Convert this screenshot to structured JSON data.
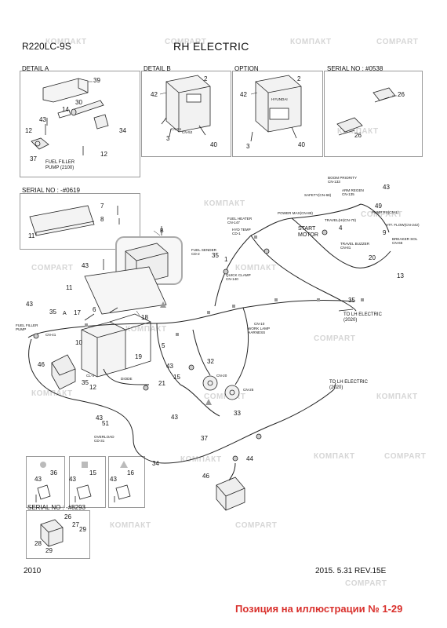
{
  "header": {
    "model": "R220LC-9S",
    "title": "RH ELECTRIC"
  },
  "panels": {
    "detail_a": "DETAIL  A",
    "detail_b": "DETAIL B",
    "option": "OPTION",
    "serial_0538": "SERIAL NO : #0538",
    "serial_0619": "SERIAL NO : -#0619",
    "serial_8293": "SERIAL NO : -#8293"
  },
  "labels": {
    "fuel_filler_pump_2100": "FUEL FILLER\nPUMP (2100)",
    "boom_priority": "BOOM PRIORITY\nCN-133",
    "arm_regen": "ARM REGEN\nCN-135",
    "safety": "SAFETY(CN-68)",
    "power_max": "POWER MAX(CN-88)",
    "travel_hi": "TRAVEL(HI(CN-70)",
    "pump_ps": "PUMP PS(CN-1)",
    "att_flow": "ATT. FLOW(CN-242)",
    "fuel_heater": "FUEL HEATER\nCN-147",
    "hyd_temp": "HYD TEMP\nCD-1",
    "start_motor": "START\nMOTOR",
    "travel_buzzer": "TRAVEL BUZZER\nCN-81",
    "breaker_sol": "BREAKER SOL\nCN-66",
    "fuel_sender": "FUEL SENDER\nCD-2",
    "quick_clamp": "QUICK CLAMP\nCN-140",
    "to_lh_electric_1": "TO LH ELECTRIC\n(2020)",
    "to_lh_electric_2": "TO LH ELECTRIC\n(2020)",
    "fuel_filler_pump": "FUEL FILLER\nPUMP",
    "cn41": "CN-41",
    "cn10": "CN-10",
    "work_lamp": "WORK LAMP\nHARNESS",
    "cn51": "CN-51",
    "cn52": "CN-52",
    "cn4": "CL-4",
    "diode": "DIODE",
    "cn20": "CN-20",
    "cn25": "CN-25",
    "overload": "OVERLOAD\nCD-31",
    "a": "A",
    "b": "B",
    "moduleword": "HYUNDAI"
  },
  "numbers": {
    "n39": "39",
    "n14": "14",
    "n30": "30",
    "n43a": "43",
    "n12a": "12",
    "n34a": "34",
    "n37": "37",
    "n12b": "12",
    "n2a": "2",
    "n42a": "42",
    "n3a": "3",
    "n40a": "40",
    "n2b": "2",
    "n42b": "42",
    "n3b": "3",
    "n40b": "40",
    "n26a": "26",
    "n26b": "26",
    "n7": "7",
    "n8": "8",
    "n11a": "11",
    "n43b": "43",
    "n11b": "11",
    "n43c": "43",
    "n35a": "35",
    "n17": "17",
    "n6": "6",
    "n18": "18",
    "n10": "10",
    "n46a": "46",
    "n35b": "35",
    "n12c": "12",
    "n43d": "43",
    "n15a": "15",
    "n21": "21",
    "n5": "5",
    "n19": "19",
    "n43e": "43",
    "n51": "51",
    "n43f": "43",
    "n37b": "37",
    "n32": "32",
    "n33": "33",
    "n34b": "34",
    "n43g": "43",
    "n49": "49",
    "n9": "9",
    "n1": "1",
    "n4": "4",
    "n20": "20",
    "n13": "13",
    "n35c": "35",
    "n35d": "35",
    "n44": "44",
    "n46b": "46",
    "n36": "36",
    "n15b": "15",
    "n16": "16",
    "n43h": "43",
    "n43i": "43",
    "n43j": "43",
    "n26c": "26",
    "n27": "27",
    "n29a": "29",
    "n28": "28",
    "n29b": "29"
  },
  "footer": {
    "year": "2010",
    "date_rev": "2015. 5.31   REV.15E",
    "note": "Позиция на иллюстрации № 1-29"
  },
  "watermark": "КОМПАКТ",
  "watermark_alt": "COMPART",
  "colors": {
    "note": "#d9302c",
    "watermark": "#d6d6d6",
    "stroke": "#222222"
  }
}
